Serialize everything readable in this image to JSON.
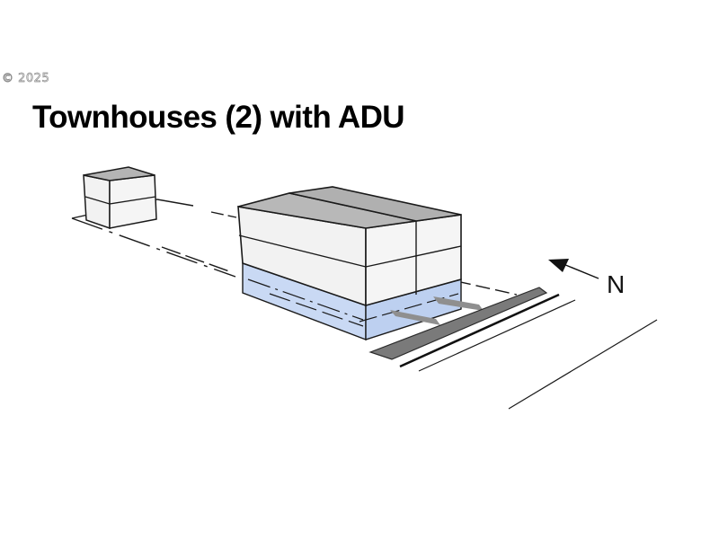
{
  "watermark": "© 2025",
  "title": "Townhouses (2) with ADU",
  "north_label": "N",
  "colors": {
    "roof": "#b4b4b4",
    "wall": "#f2f2f2",
    "basement": "#c9d9f4",
    "road_strip": "#7a7a7a",
    "driveway": "#8f8f8f",
    "outline": "#1a1a1a"
  }
}
